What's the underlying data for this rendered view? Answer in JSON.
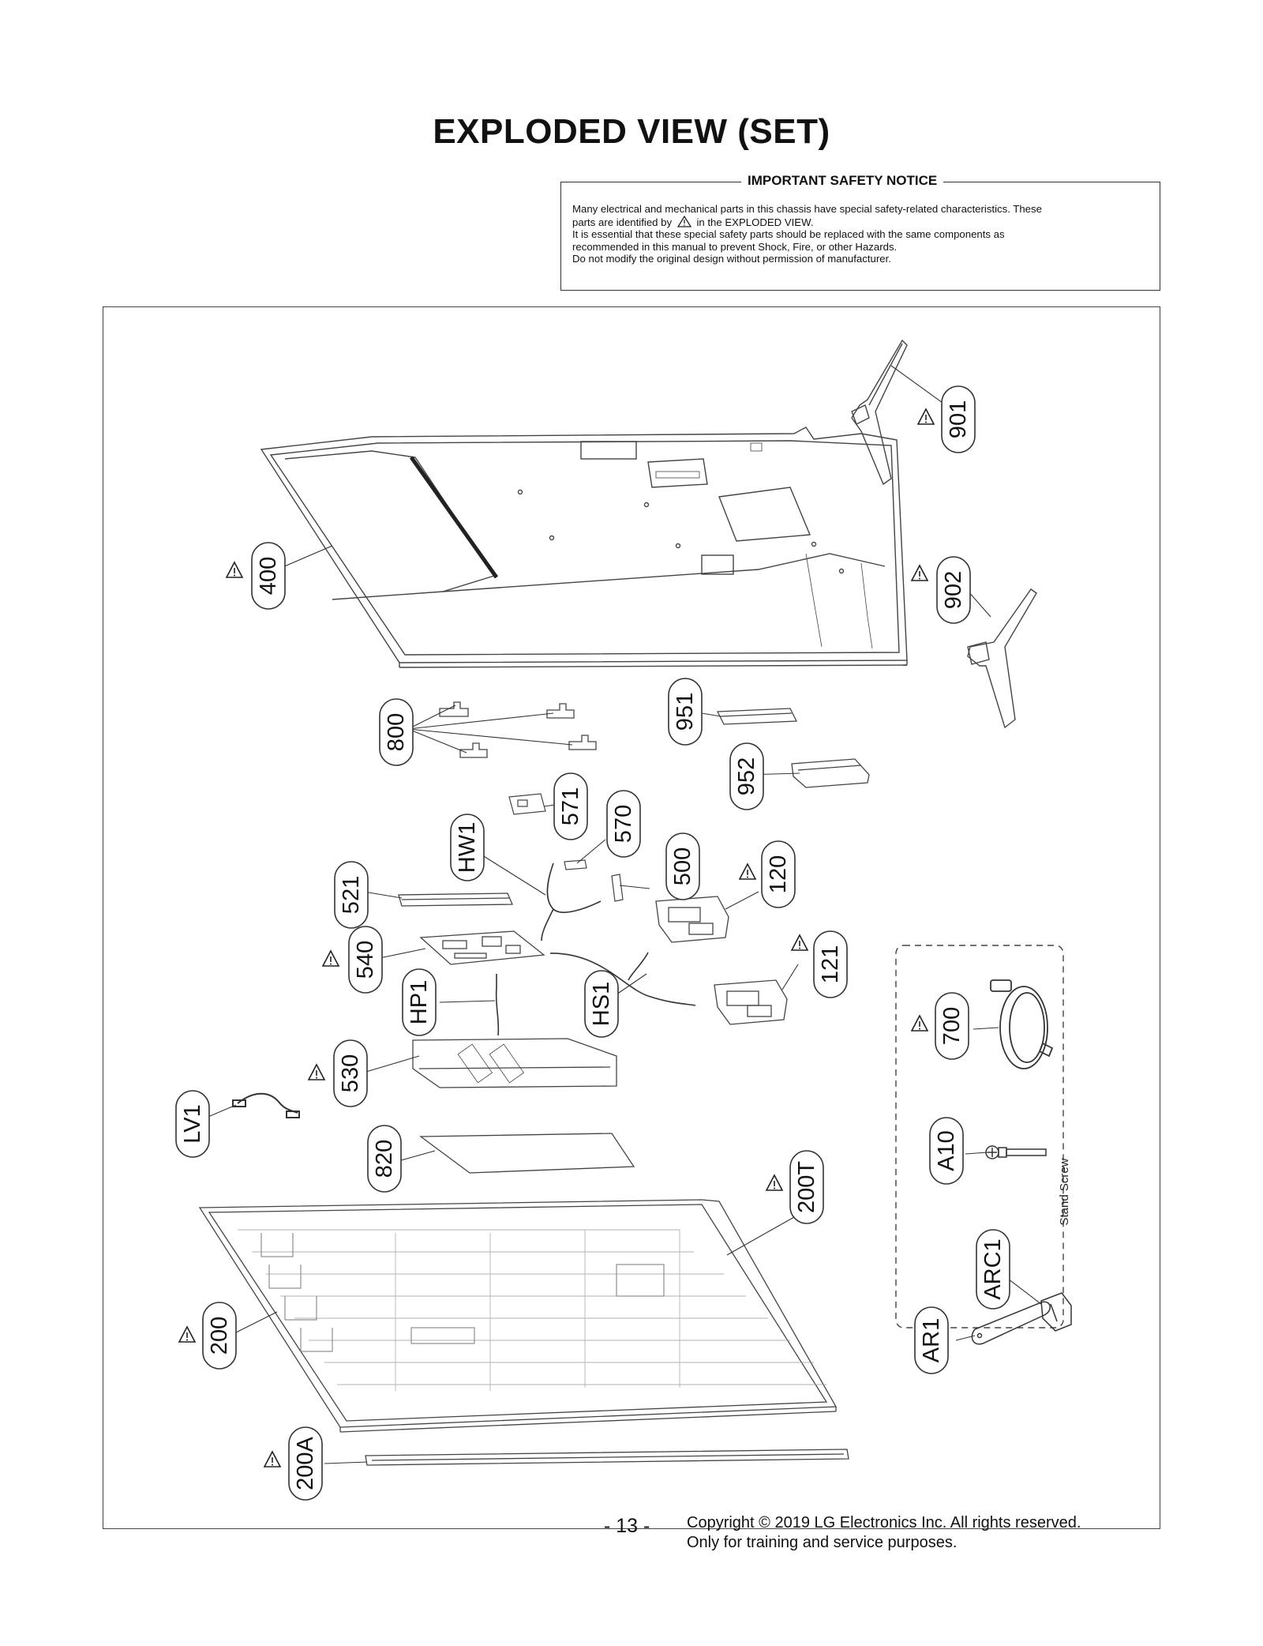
{
  "page": {
    "title": "EXPLODED VIEW (SET)",
    "page_number": "- 13 -",
    "copyright_line1": "Copyright © 2019 LG Electronics Inc. All rights reserved.",
    "copyright_line2": "Only for training and service purposes."
  },
  "safety_notice": {
    "heading": "IMPORTANT SAFETY NOTICE",
    "line1": "Many electrical and mechanical parts in this chassis have special safety-related characteristics. These",
    "line2_before": "parts are identified by",
    "line2_after": "in the EXPLODED VIEW.",
    "line3": "It is essential that these special safety parts should be replaced with the same components as",
    "line4": "recommended in this manual to prevent Shock, Fire, or other Hazards.",
    "line5": "Do not modify the original design without permission of manufacturer."
  },
  "parts": {
    "p901": "901",
    "p902": "902",
    "p400": "400",
    "p800": "800",
    "p951": "951",
    "p952": "952",
    "p571": "571",
    "p570": "570",
    "pHW1": "HW1",
    "p500": "500",
    "p120": "120",
    "p521": "521",
    "p121": "121",
    "p540": "540",
    "pHP1": "HP1",
    "pHS1": "HS1",
    "p530": "530",
    "p700": "700",
    "pLV1": "LV1",
    "p820": "820",
    "pA10": "A10",
    "p200T": "200T",
    "pARC1": "ARC1",
    "p200": "200",
    "pAR1": "AR1",
    "p200A": "200A"
  },
  "accessory_note": "Stand Screw",
  "icons": {
    "safety_mark": "warning-triangle-icon"
  }
}
